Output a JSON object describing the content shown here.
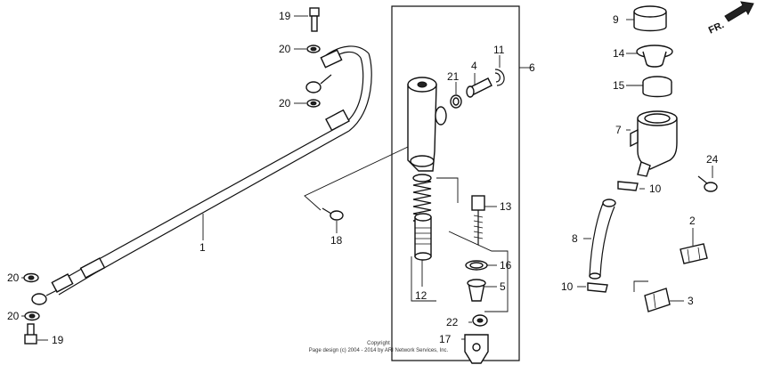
{
  "diagram": {
    "direction_label": "FR.",
    "copyright_line1": "Copyright",
    "copyright_line2": "Page design (c) 2004 - 2014 by ARI Network Services, Inc.",
    "callouts": [
      {
        "id": "c1",
        "label": "1"
      },
      {
        "id": "c2",
        "label": "2"
      },
      {
        "id": "c3",
        "label": "3"
      },
      {
        "id": "c4",
        "label": "4"
      },
      {
        "id": "c5",
        "label": "5"
      },
      {
        "id": "c6",
        "label": "6"
      },
      {
        "id": "c7",
        "label": "7"
      },
      {
        "id": "c8",
        "label": "8"
      },
      {
        "id": "c9",
        "label": "9"
      },
      {
        "id": "c10a",
        "label": "10"
      },
      {
        "id": "c10b",
        "label": "10"
      },
      {
        "id": "c11",
        "label": "11"
      },
      {
        "id": "c12",
        "label": "12"
      },
      {
        "id": "c13",
        "label": "13"
      },
      {
        "id": "c14",
        "label": "14"
      },
      {
        "id": "c15",
        "label": "15"
      },
      {
        "id": "c16",
        "label": "16"
      },
      {
        "id": "c17",
        "label": "17"
      },
      {
        "id": "c18",
        "label": "18"
      },
      {
        "id": "c19a",
        "label": "19"
      },
      {
        "id": "c19b",
        "label": "19"
      },
      {
        "id": "c20a",
        "label": "20"
      },
      {
        "id": "c20b",
        "label": "20"
      },
      {
        "id": "c20c",
        "label": "20"
      },
      {
        "id": "c20d",
        "label": "20"
      },
      {
        "id": "c21",
        "label": "21"
      },
      {
        "id": "c22",
        "label": "22"
      },
      {
        "id": "c24",
        "label": "24"
      }
    ]
  }
}
